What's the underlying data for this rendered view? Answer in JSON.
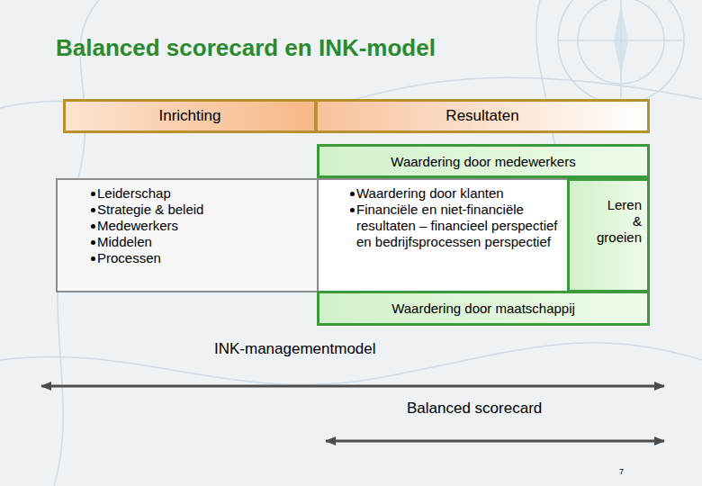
{
  "diagram": {
    "title": "Balanced scorecard en INK-model",
    "nodes": [
      {
        "text": [
          "Inrichting"
        ]
      },
      {
        "text": [
          "Resultaten"
        ]
      },
      {
        "text": [
          "Waardering door medewerkers"
        ]
      },
      {
        "text": [
          "Leiderschap",
          "Strategie & beleid",
          "Medewerkers",
          "Middelen",
          "Processen"
        ]
      },
      {
        "text": [
          "Waardering door klanten",
          "Financiële en niet-financiële resultaten – financieel perspectief en bedrijfsprocessen perspectief"
        ]
      },
      {
        "text": [
          "Leren & groeien"
        ]
      },
      {
        "text": [
          "Waardering door maatschappij"
        ]
      }
    ],
    "labels": [
      "INK-managementmodel",
      "Balanced scorecard",
      "7"
    ]
  }
}
